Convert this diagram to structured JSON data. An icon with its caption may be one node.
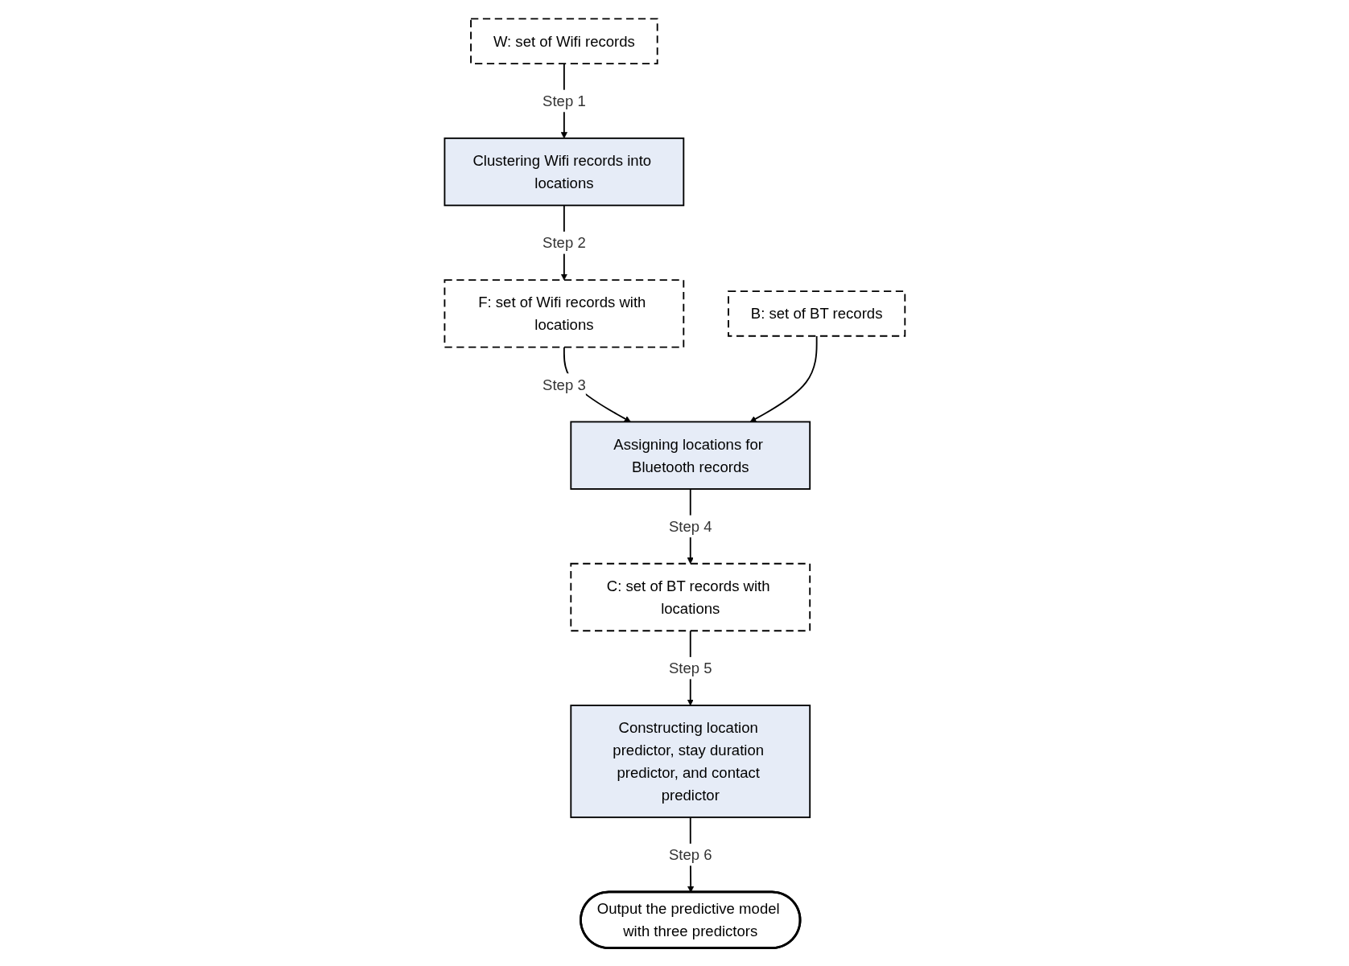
{
  "diagram": {
    "nodes": [
      {
        "text": [
          "W: set of Wifi records"
        ]
      },
      {
        "text": [
          "Clustering Wifi records into locations"
        ]
      },
      {
        "text": [
          "F: set of Wifi records with locations"
        ]
      },
      {
        "text": [
          "B: set of BT records"
        ]
      },
      {
        "text": [
          "Assigning locations for Bluetooth records"
        ]
      },
      {
        "text": [
          "C: set of BT records with locations"
        ]
      },
      {
        "text": [
          "Constructing location predictor, stay duration predictor, and contact predictor"
        ]
      },
      {
        "text": [
          "Output the predictive model with three predictors"
        ]
      }
    ],
    "edges": [
      {
        "from": 0,
        "to": 1,
        "arrow": "to",
        "label": "Step 1"
      },
      {
        "from": 1,
        "to": 2,
        "arrow": "to",
        "label": "Step 2"
      },
      {
        "from": 2,
        "to": 4,
        "arrow": "to",
        "label": "Step 3"
      },
      {
        "from": 3,
        "to": 4,
        "arrow": "to"
      },
      {
        "from": 4,
        "to": 5,
        "arrow": "to",
        "label": "Step 4"
      },
      {
        "from": 5,
        "to": 6,
        "arrow": "to",
        "label": "Step 5"
      },
      {
        "from": 6,
        "to": 7,
        "arrow": "to",
        "label": "Step 6"
      }
    ]
  }
}
